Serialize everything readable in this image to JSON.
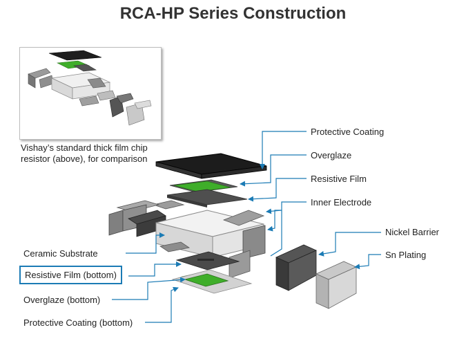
{
  "title": "RCA-HP Series Construction",
  "comparison_caption": "Vishay’s standard thick film chip resistor (above), for comparison",
  "labels": {
    "protective_coating": "Protective Coating",
    "overglaze": "Overglaze",
    "resistive_film": "Resistive Film",
    "inner_electrode": "Inner Electrode",
    "nickel_barrier": "Nickel Barrier",
    "sn_plating": "Sn Plating",
    "ceramic_substrate": "Ceramic Substrate",
    "resistive_film_bottom": "Resistive Film (bottom)",
    "overglaze_bottom": "Overglaze (bottom)",
    "protective_coating_bottom": "Protective Coating (bottom)"
  },
  "colors": {
    "leader_line": "#1b7bb5",
    "highlight_border": "#1b7bb5",
    "resistive_green": "#3fae2a",
    "coating_black": "#222222"
  }
}
